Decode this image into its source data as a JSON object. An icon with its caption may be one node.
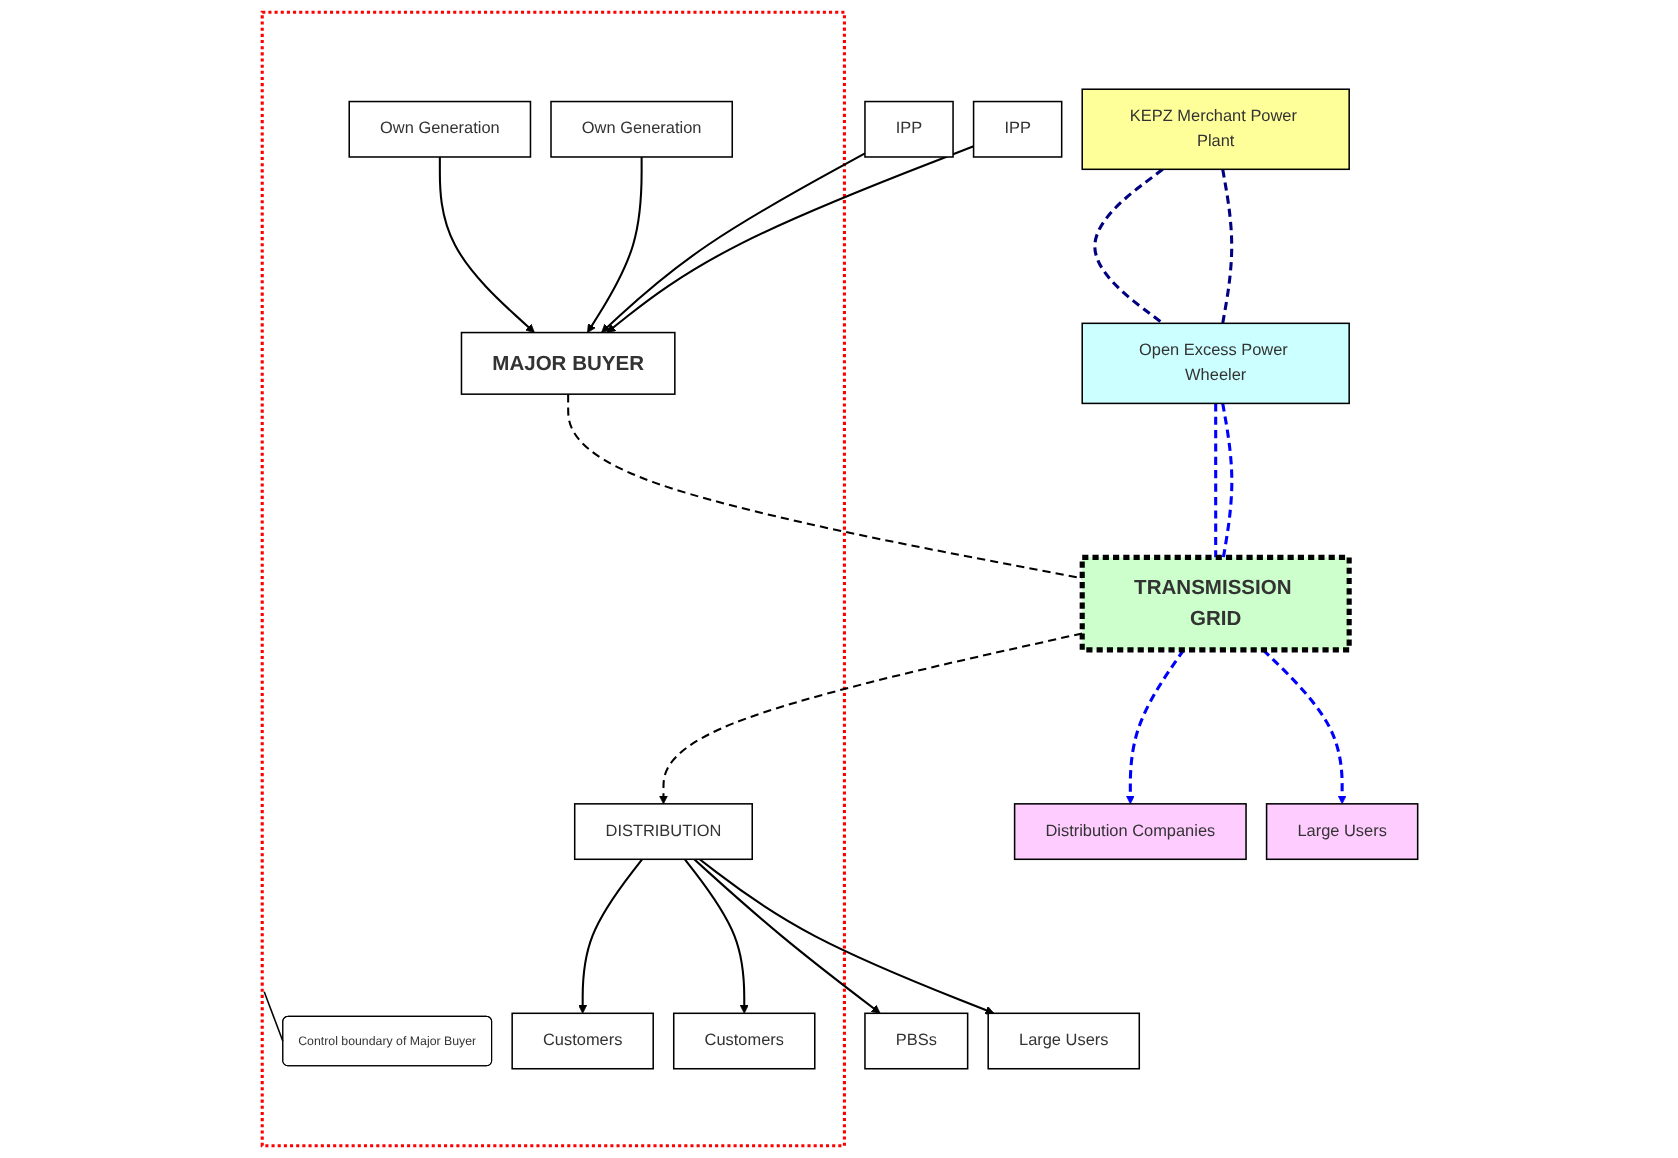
{
  "diagram": {
    "nodes": [
      {
        "text": [],
        "shape": "box"
      },
      {
        "text": [
          "Own Generation"
        ],
        "in": 0
      },
      {
        "text": [
          "Own Generation"
        ],
        "in": 0
      },
      {
        "text": [
          "IPP"
        ]
      },
      {
        "text": [
          "IPP"
        ]
      },
      {
        "text": [
          "KEPZ Merchant Power Plant"
        ]
      },
      {
        "text": [
          "Open Excess Power Wheeler"
        ]
      },
      {
        "text": [
          "MAJOR BUYER"
        ],
        "in": 0
      },
      {
        "text": [
          "TRANSMISSION GRID"
        ]
      },
      {
        "text": [
          "Control boundary of Major Buyer"
        ],
        "in": 0
      },
      {
        "text": [
          "DISTRIBUTION"
        ],
        "in": 0
      },
      {
        "text": [
          "Customers"
        ],
        "in": 0
      },
      {
        "text": [
          "Customers"
        ],
        "in": 0
      },
      {
        "text": [
          "PBSs"
        ]
      },
      {
        "text": [
          "Large Users"
        ]
      },
      {
        "text": [
          "Distribution Companies"
        ]
      },
      {
        "text": [
          "Large Users"
        ]
      }
    ],
    "edges": [
      {
        "from": 1,
        "to": 7,
        "arrow": "to"
      },
      {
        "from": 2,
        "to": 7,
        "arrow": "to"
      },
      {
        "from": 3,
        "to": 7,
        "arrow": "to"
      },
      {
        "from": 4,
        "to": 7,
        "arrow": "to"
      },
      {
        "from": 5,
        "to": 6,
        "arrow": "none",
        "style": "dashed",
        "color": "#000080"
      },
      {
        "from": 5,
        "to": 6,
        "arrow": "none",
        "style": "dashed",
        "color": "#000080"
      },
      {
        "from": 6,
        "to": 8,
        "arrow": "none",
        "style": "dashed",
        "color": "#0000ff"
      },
      {
        "from": 6,
        "to": 8,
        "arrow": "none",
        "style": "dashed",
        "color": "#0000ff"
      },
      {
        "from": 7,
        "to": 8,
        "arrow": "none",
        "style": "dashed"
      },
      {
        "from": 8,
        "to": 10,
        "arrow": "to",
        "style": "dashed"
      },
      {
        "from": 10,
        "to": 11,
        "arrow": "to"
      },
      {
        "from": 10,
        "to": 12,
        "arrow": "to"
      },
      {
        "from": 10,
        "to": 13,
        "arrow": "to"
      },
      {
        "from": 10,
        "to": 14,
        "arrow": "to"
      },
      {
        "from": 8,
        "to": 15,
        "arrow": "to",
        "style": "dashed",
        "color": "#0000ff"
      },
      {
        "from": 8,
        "to": 16,
        "arrow": "to",
        "style": "dashed",
        "color": "#0000ff"
      },
      {
        "from": 9,
        "to": 0,
        "arrow": "none"
      }
    ]
  }
}
